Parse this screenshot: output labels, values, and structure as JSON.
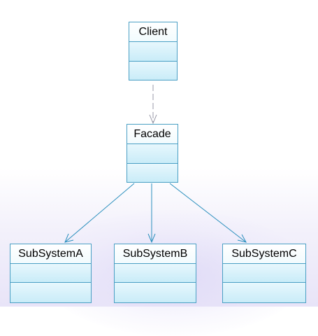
{
  "diagram": {
    "colors": {
      "border": "#4a9fc4",
      "compartment": "#d4f0fa",
      "connector": "#2a8fbd",
      "dependency": "#9a9aa8"
    },
    "classes": {
      "client": {
        "name": "Client"
      },
      "facade": {
        "name": "Facade"
      },
      "subsystem_a": {
        "name": "SubSystemA"
      },
      "subsystem_b": {
        "name": "SubSystemB"
      },
      "subsystem_c": {
        "name": "SubSystemC"
      }
    },
    "relations": [
      {
        "from": "Client",
        "to": "Facade",
        "type": "dependency"
      },
      {
        "from": "Facade",
        "to": "SubSystemA",
        "type": "association"
      },
      {
        "from": "Facade",
        "to": "SubSystemB",
        "type": "association"
      },
      {
        "from": "Facade",
        "to": "SubSystemC",
        "type": "association"
      }
    ]
  }
}
